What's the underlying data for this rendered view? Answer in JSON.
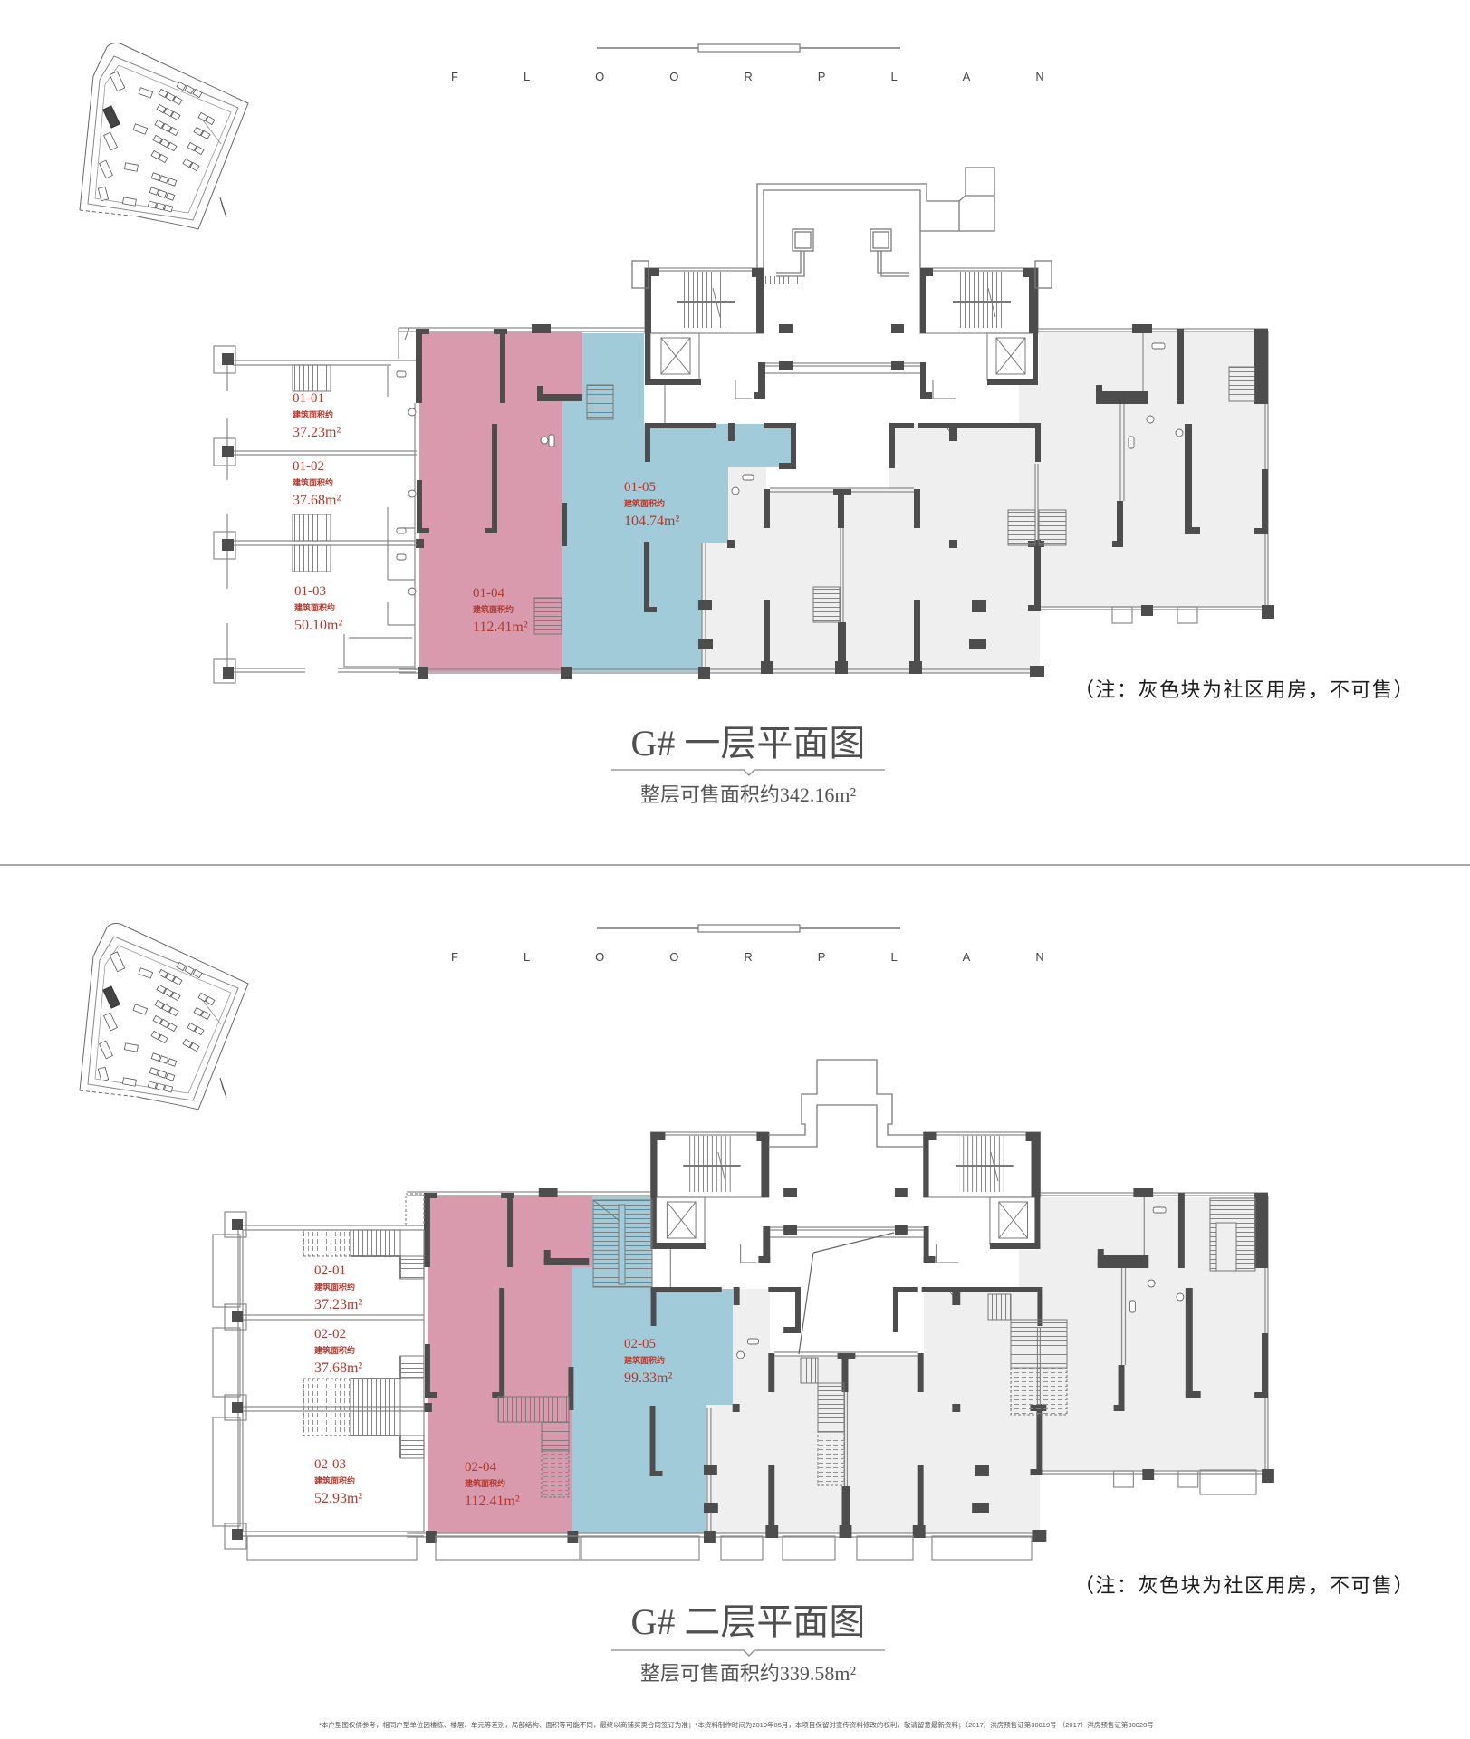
{
  "colors": {
    "unit_pink": "#d99aae",
    "unit_blue": "#a1cbd9",
    "community_gray": "#efefef",
    "wall": "#4d4d4d",
    "label_red": "#b03a2e",
    "title_gray": "#555555"
  },
  "floors": [
    {
      "floorplan_label": "FLOORPLAN",
      "title": "G# 一层平面图",
      "subtitle": "整层可售面积约342.16m²",
      "note": "（注：灰色块为社区用房，不可售）",
      "units": [
        {
          "id": "01-01",
          "area_label": "建筑面积约",
          "area": "37.23m²",
          "fill": "none"
        },
        {
          "id": "01-02",
          "area_label": "建筑面积约",
          "area": "37.68m²",
          "fill": "none"
        },
        {
          "id": "01-03",
          "area_label": "建筑面积约",
          "area": "50.10m²",
          "fill": "none"
        },
        {
          "id": "01-04",
          "area_label": "建筑面积约",
          "area": "112.41m²",
          "fill": "pink"
        },
        {
          "id": "01-05",
          "area_label": "建筑面积约",
          "area": "104.74m²",
          "fill": "blue"
        }
      ]
    },
    {
      "floorplan_label": "FLOORPLAN",
      "title": "G# 二层平面图",
      "subtitle": "整层可售面积约339.58m²",
      "note": "（注：灰色块为社区用房，不可售）",
      "units": [
        {
          "id": "02-01",
          "area_label": "建筑面积约",
          "area": "37.23m²",
          "fill": "none"
        },
        {
          "id": "02-02",
          "area_label": "建筑面积约",
          "area": "37.68m²",
          "fill": "none"
        },
        {
          "id": "02-03",
          "area_label": "建筑面积约",
          "area": "52.93m²",
          "fill": "none"
        },
        {
          "id": "02-04",
          "area_label": "建筑面积约",
          "area": "112.41m²",
          "fill": "pink"
        },
        {
          "id": "02-05",
          "area_label": "建筑面积约",
          "area": "99.33m²",
          "fill": "blue"
        }
      ]
    }
  ],
  "footer": {
    "disclaimer": "*本户型图仅供参考，相同户型单位因楼栋、楼层、单元等差别，局部结构、面积等可能不同，最终以商铺买卖合同签订为准；*本资料制作时间为2019年05月，本项目保留对宣传资料修改的权利，敬请留意最新资料；（2017）洪房预售证第30019号 （2017）洪房预售证第30020号"
  }
}
